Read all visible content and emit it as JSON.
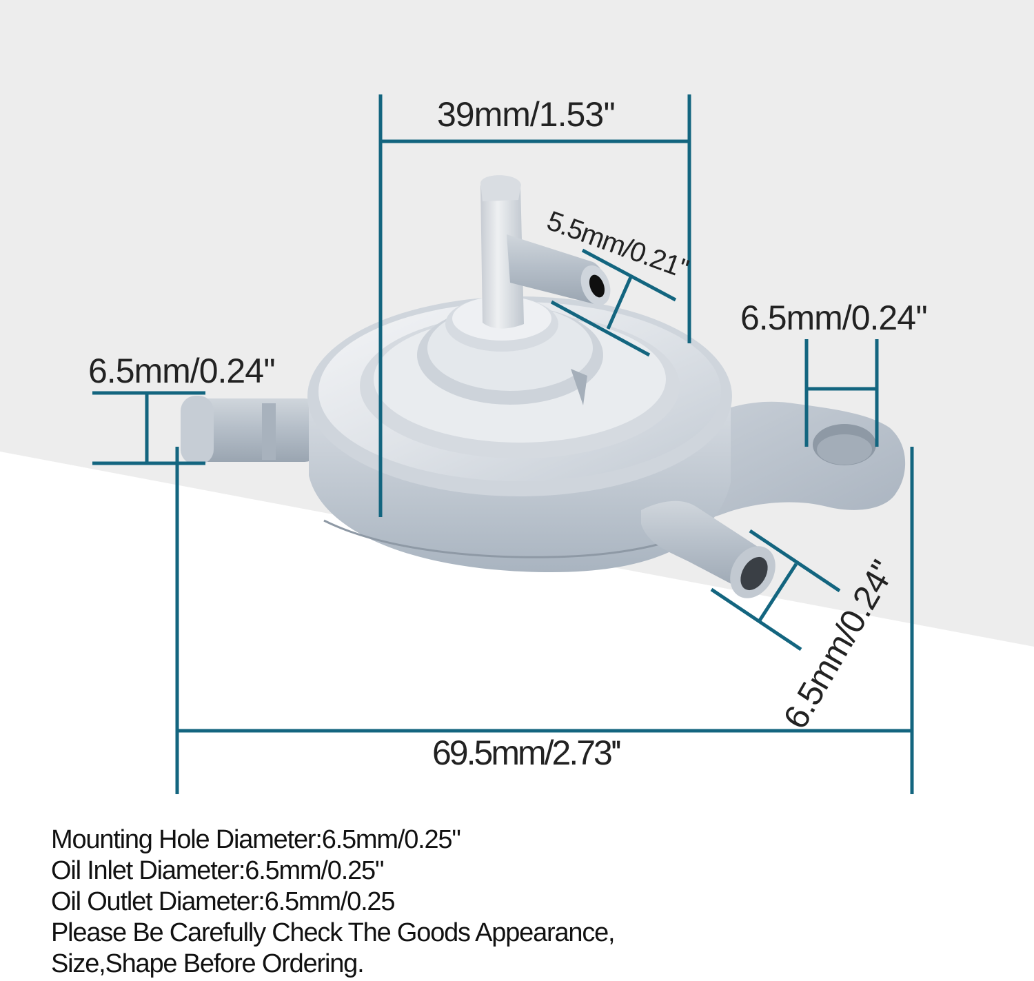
{
  "colors": {
    "background_top": "#EDEDED",
    "background_bottom": "#FFFFFF",
    "dimension_line": "#13657F",
    "text": "#222222",
    "metal_light": "#DCE0E5",
    "metal_mid": "#B9C3CD",
    "metal_dark": "#9FAAB6"
  },
  "product": {
    "type": "vacuum fuel pump / fuel valve",
    "parts": [
      "top-nipple-5.5mm",
      "left-inlet-nipple",
      "bottom-outlet-nipple",
      "mounting-tab-with-hole",
      "round-body"
    ]
  },
  "dimensions": {
    "body_width": "39mm/1.53''",
    "top_nipple": "5.5mm/0.21''",
    "mounting_hole": "6.5mm/0.24''",
    "inlet": "6.5mm/0.24''",
    "outlet": "6.5mm/0.24''",
    "overall_length": "69.5mm/2.73''"
  },
  "specs": [
    "Mounting Hole Diameter:6.5mm/0.25\"",
    "Oil Inlet Diameter:6.5mm/0.25\"",
    "Oil Outlet Diameter:6.5mm/0.25",
    "Please Be Carefully Check The Goods Appearance,",
    "Size,Shape Before Ordering."
  ]
}
